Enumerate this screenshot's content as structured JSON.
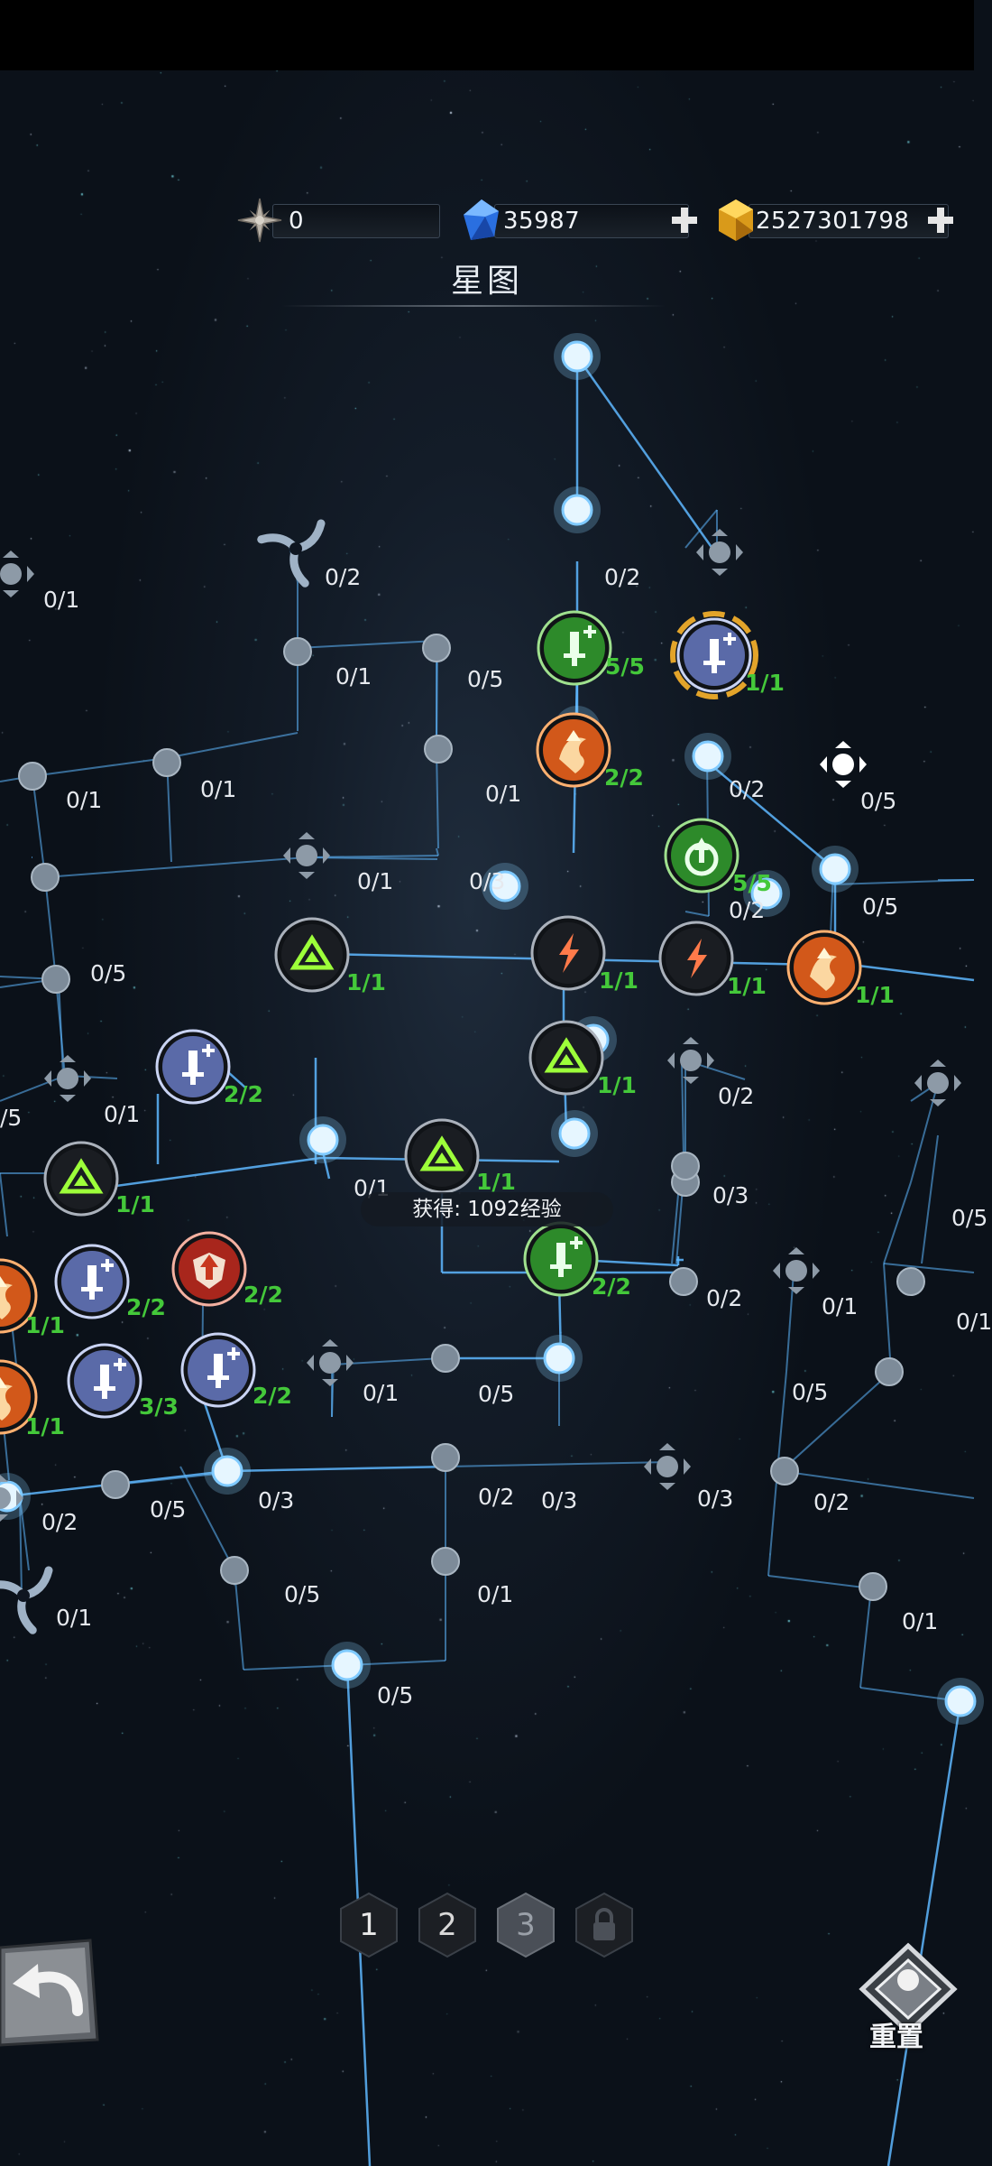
{
  "currency": {
    "star_fragments": "0",
    "diamonds": "35987",
    "gold": "2527301798"
  },
  "title": "星图",
  "tooltip": "获得: 1092经验",
  "pages": [
    "1",
    "2",
    "3"
  ],
  "active_page": "3",
  "reset_label": "重置",
  "icons": {
    "star_fragment": "compass-star-icon",
    "diamond": "blue-crystal-icon",
    "gold": "gold-crystal-icon",
    "add": "plus-icon",
    "back": "back-arrow-icon",
    "reset": "reset-diamond-icon",
    "lock": "lock-icon",
    "vortex": "vortex-icon",
    "sword_plus": "sword-plus-icon",
    "fire_up": "fire-swirl-icon",
    "lightning": "lightning-icon",
    "triangle": "green-triangle-icon",
    "shield_up": "shield-arrow-icon",
    "agility": "green-agility-icon"
  },
  "colors": {
    "link": "#5fb8ff",
    "level_text": "#44c83a",
    "node_active": "#dff3ff",
    "node_inactive": "#6e7d8c"
  },
  "skills": [
    {
      "id": "s1",
      "icon": "sword-plus-icon",
      "theme": "green",
      "level": "5/5"
    },
    {
      "id": "s2",
      "icon": "sword-plus-icon",
      "theme": "purple",
      "level": "1/1"
    },
    {
      "id": "s3",
      "icon": "fire-swirl-icon",
      "theme": "orange",
      "level": "2/2"
    },
    {
      "id": "s4",
      "icon": "green-agility-icon",
      "theme": "green",
      "level": "5/5"
    },
    {
      "id": "s5",
      "icon": "green-triangle-icon",
      "theme": "dark",
      "level": "1/1"
    },
    {
      "id": "s6",
      "icon": "lightning-icon",
      "theme": "dark",
      "level": "1/1"
    },
    {
      "id": "s7",
      "icon": "lightning-icon",
      "theme": "dark",
      "level": "1/1"
    },
    {
      "id": "s8",
      "icon": "fire-swirl-icon",
      "theme": "orange",
      "level": "1/1"
    },
    {
      "id": "s9",
      "icon": "sword-plus-icon",
      "theme": "purple",
      "level": "2/2"
    },
    {
      "id": "s10",
      "icon": "green-triangle-icon",
      "theme": "dark",
      "level": "1/1"
    },
    {
      "id": "s11",
      "icon": "green-triangle-icon",
      "theme": "dark",
      "level": "1/1"
    },
    {
      "id": "s12",
      "icon": "green-triangle-icon",
      "theme": "dark",
      "level": "1/1"
    },
    {
      "id": "s13",
      "icon": "sword-plus-icon",
      "theme": "purple",
      "level": "2/2"
    },
    {
      "id": "s14",
      "icon": "shield-arrow-icon",
      "theme": "red",
      "level": "2/2"
    },
    {
      "id": "s15",
      "icon": "sword-plus-icon",
      "theme": "green",
      "level": "2/2"
    },
    {
      "id": "s16",
      "icon": "sword-plus-icon",
      "theme": "purple",
      "level": "3/3"
    },
    {
      "id": "s17",
      "icon": "sword-plus-icon",
      "theme": "purple",
      "level": "2/2"
    },
    {
      "id": "s18",
      "icon": "fire-swirl-icon",
      "theme": "orange",
      "level": "1/1"
    },
    {
      "id": "s19",
      "icon": "fire-swirl-icon",
      "theme": "orange",
      "level": "1/1"
    }
  ],
  "node_labels": [
    "0/1",
    "0/2",
    "0/1",
    "0/2",
    "0/5",
    "0/1",
    "0/1",
    "0/1",
    "0/2",
    "0/5",
    "0/1",
    "0/3",
    "0/2",
    "0/5",
    "0/5",
    "0/1",
    "/5",
    "0/2",
    "0/3",
    "0/5",
    "0/1",
    "0/2",
    "0/1",
    "0/1",
    "0/1",
    "0/5",
    "0/5",
    "0/2",
    "0/3",
    "0/3",
    "0/2",
    "0/3",
    "0/2",
    "0/5",
    "0/5",
    "0/1",
    "0/1",
    "0/5",
    "0/1"
  ]
}
